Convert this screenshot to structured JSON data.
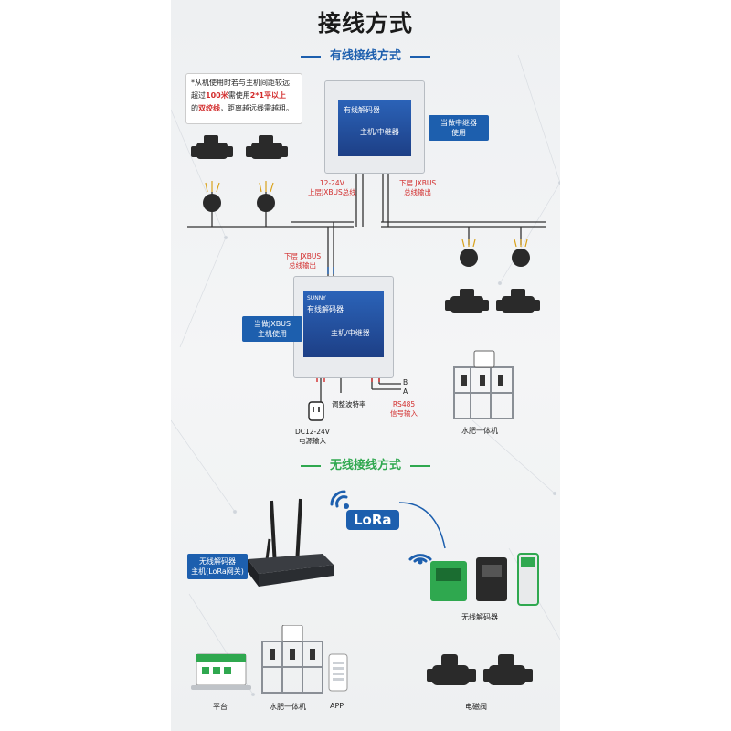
{
  "page_title": "接线方式",
  "wired_section": {
    "title": "有线接线方式"
  },
  "wireless_section": {
    "title": "无线接线方式"
  },
  "note": {
    "line1": "*从机使用时若与主机间距较远",
    "line2_a": "超过",
    "line2_b": "100米",
    "line2_c": "需使用",
    "line2_d": "2*1平以上",
    "line3_a": "的",
    "line3_b": "双绞线",
    "line3_c": "，距离越远线需越粗。"
  },
  "labels": {
    "repeater_tag": "当做中继器\n使用",
    "host_tag": "当做JXBUS\n主机使用",
    "upper_bus": "12-24V\n上层JXBUS总线",
    "lower_bus_out_top": "下层 JXBUS\n总线输出",
    "lower_bus_out_mid": "下层 JXBUS\n总线输出",
    "power_input": "DC12-24V\n电源输入",
    "baud_adjust": "调整波特率",
    "rs485": "RS485\n信号输入",
    "ab": "B\nA",
    "fertigation_wired": "水肥一体机",
    "lora": "LoRa",
    "wireless_host_tag": "无线解码器\n主机(LoRa网关)",
    "wireless_decoder": "无线解码器",
    "platform": "平台",
    "fertigation_wireless": "水肥一体机",
    "app": "APP",
    "solenoid_valve": "电磁阀"
  },
  "devices": {
    "top_decoder": {
      "face_text": "有线解码器",
      "model": "主机/中继器"
    },
    "mid_decoder": {
      "brand": "SUNNY",
      "face_text": "有线解码器",
      "model": "主机/中继器"
    }
  },
  "colors": {
    "title_blue": "#1d5fae",
    "wireless_green": "#2fa84f",
    "highlight_red": "#d22c2c",
    "device_blue": "#1d3f86"
  }
}
